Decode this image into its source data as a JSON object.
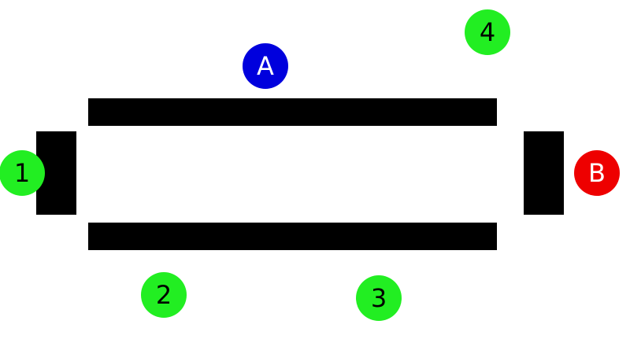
{
  "colors": {
    "wall": "#000000",
    "background": "#ffffff",
    "waypoint": "#22ee22",
    "start": "#0000dd",
    "goal": "#ee0000",
    "label_dark": "#000000",
    "label_light": "#ffffff"
  },
  "markers": {
    "a": {
      "label": "A",
      "role": "start"
    },
    "b": {
      "label": "B",
      "role": "goal"
    },
    "w1": {
      "label": "1",
      "role": "waypoint"
    },
    "w2": {
      "label": "2",
      "role": "waypoint"
    },
    "w3": {
      "label": "3",
      "role": "waypoint"
    },
    "w4": {
      "label": "4",
      "role": "waypoint"
    }
  }
}
